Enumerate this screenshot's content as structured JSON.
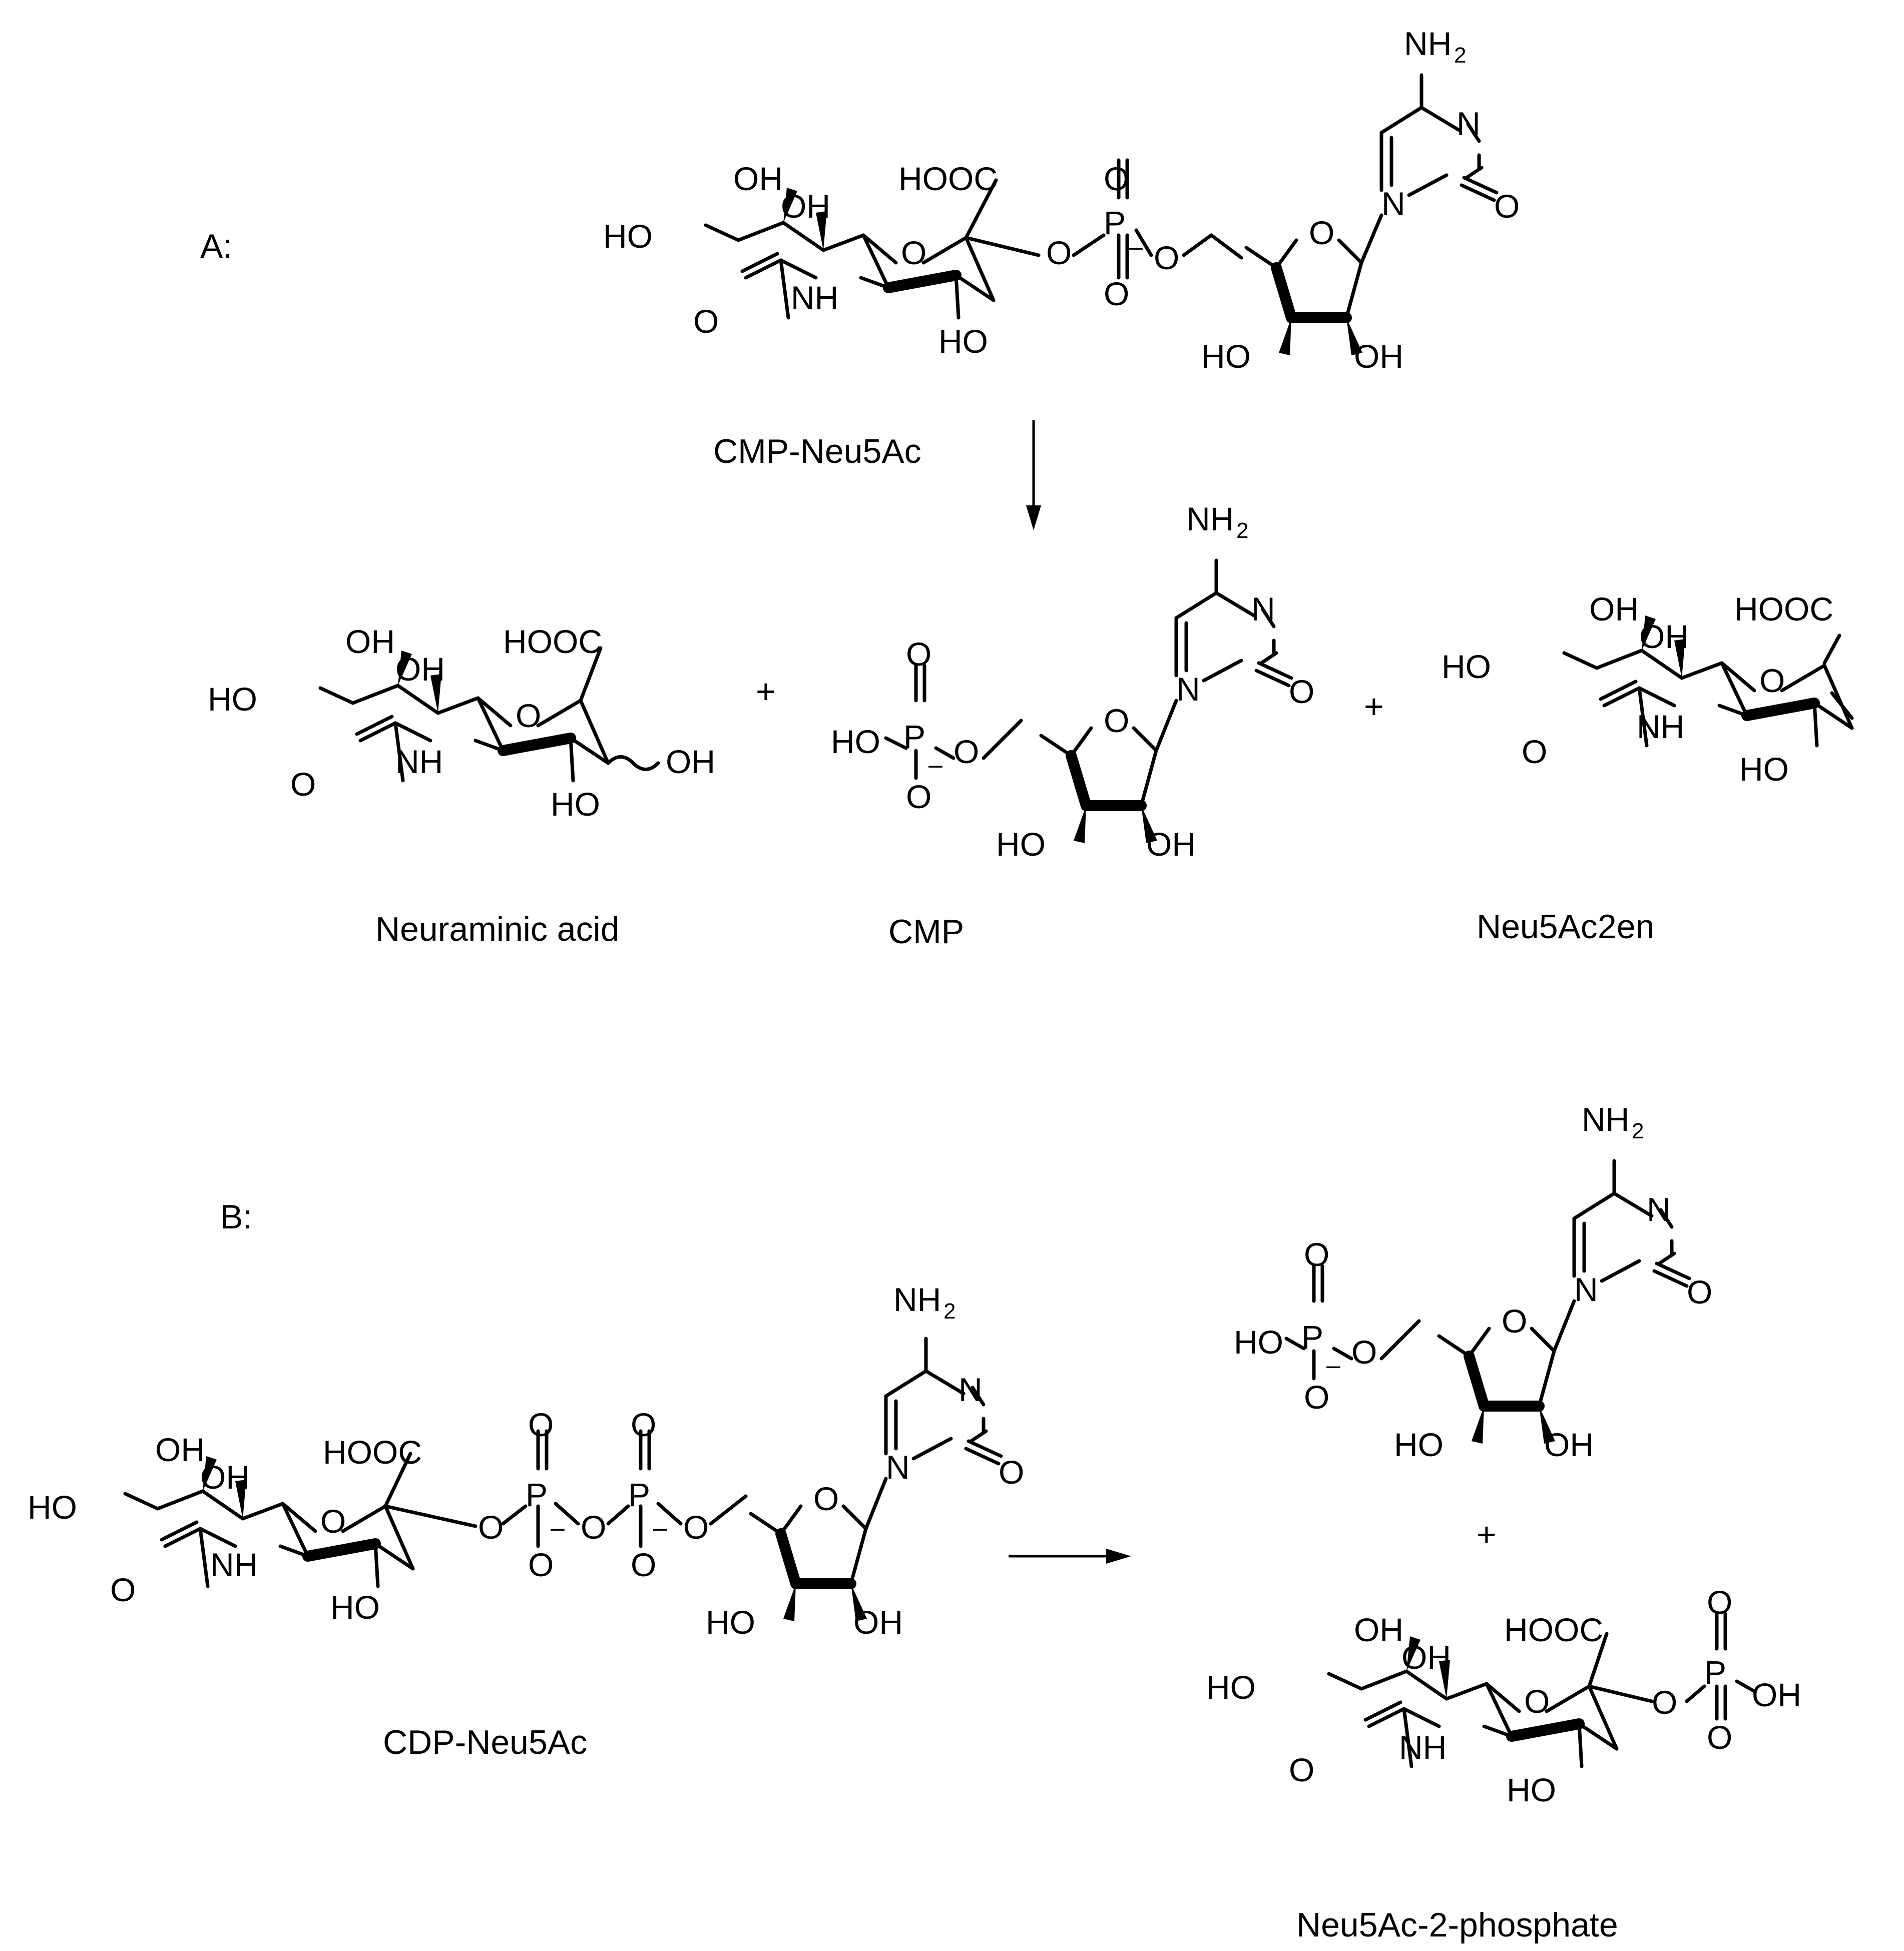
{
  "panels": {
    "a": {
      "tag": "A:",
      "reactant": "CMP-Neu5Ac",
      "products": [
        "Neuraminic acid",
        "CMP",
        "Neu5Ac2en"
      ],
      "plus": "+"
    },
    "b": {
      "tag": "B:",
      "reactant": "CDP-Neu5Ac",
      "products": [
        "Neu5Ac-2-phosphate"
      ],
      "plus": "+"
    }
  },
  "atoms": {
    "OH": "OH",
    "HO": "HO",
    "O": "O",
    "N": "N",
    "P": "P",
    "NH": "NH",
    "NH2": "NH",
    "sub2": "2",
    "HOOC": "HOOC",
    "minus": "–"
  }
}
